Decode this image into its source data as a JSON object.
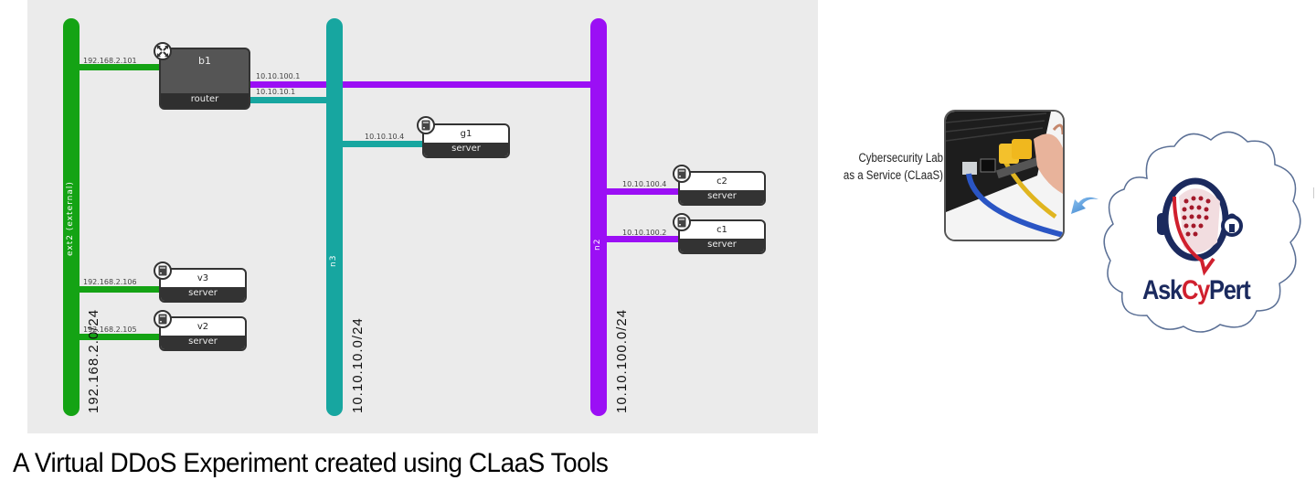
{
  "topology": {
    "networks": [
      {
        "id": "ext2",
        "label": "ext2 (external)",
        "subnet": "192.168.2.0/24",
        "color": "#14a314"
      },
      {
        "id": "n3",
        "label": "n3",
        "subnet": "10.10.10.0/24",
        "color": "#17a6a0"
      },
      {
        "id": "n2",
        "label": "n2",
        "subnet": "10.10.100.0/24",
        "color": "#9b0ff5"
      }
    ],
    "nodes": [
      {
        "id": "b1",
        "name": "b1",
        "type": "router",
        "icon": "router-icon"
      },
      {
        "id": "g1",
        "name": "g1",
        "type": "server",
        "icon": "server-icon"
      },
      {
        "id": "c2",
        "name": "c2",
        "type": "server",
        "icon": "server-icon"
      },
      {
        "id": "c1",
        "name": "c1",
        "type": "server",
        "icon": "server-icon"
      },
      {
        "id": "v3",
        "name": "v3",
        "type": "server",
        "icon": "server-icon"
      },
      {
        "id": "v2",
        "name": "v2",
        "type": "server",
        "icon": "server-icon"
      }
    ],
    "links": [
      {
        "node": "b1",
        "network": "ext2",
        "ip": "192.168.2.101"
      },
      {
        "node": "b1",
        "network": "n2",
        "ip": "10.10.100.1"
      },
      {
        "node": "b1",
        "network": "n3",
        "ip": "10.10.10.1"
      },
      {
        "node": "g1",
        "network": "n3",
        "ip": "10.10.10.4"
      },
      {
        "node": "c2",
        "network": "n2",
        "ip": "10.10.100.4"
      },
      {
        "node": "c1",
        "network": "n2",
        "ip": "10.10.100.2"
      },
      {
        "node": "v3",
        "network": "ext2",
        "ip": "192.168.2.106"
      },
      {
        "node": "v2",
        "network": "ext2",
        "ip": "192.168.2.105"
      }
    ]
  },
  "claas": {
    "label_line1": "Cybersecurity Lab",
    "label_line2": "as a Service (CLaaS)"
  },
  "logo": {
    "text_part1": "Ask",
    "text_part2": "Cy",
    "text_part3": "Pert",
    "primary_color": "#1b2a5e",
    "accent_color": "#d0202e"
  },
  "caption": "A Virtual DDoS Experiment created using CLaaS Tools"
}
